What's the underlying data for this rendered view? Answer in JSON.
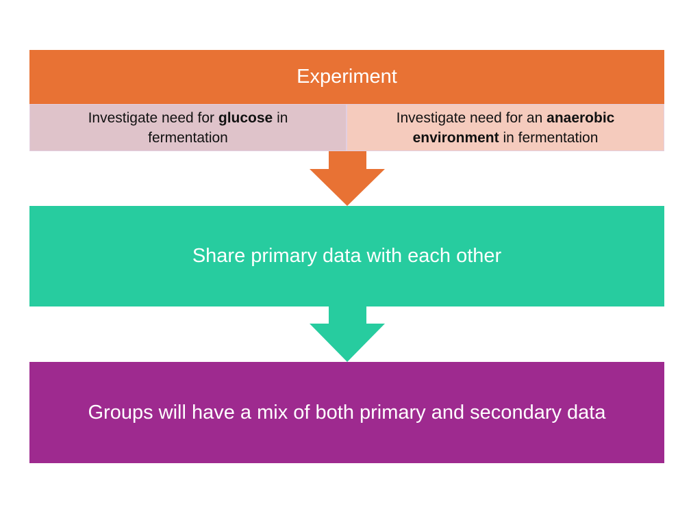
{
  "experiment": {
    "title": "Experiment"
  },
  "branches": [
    {
      "pre": "Investigate need for ",
      "bold": "glucose",
      "post": " in fermentation"
    },
    {
      "pre": "Investigate need for an ",
      "bold": "anaerobic environment",
      "post": " in fermentation"
    }
  ],
  "step2": {
    "text": "Share primary data with each other"
  },
  "step3": {
    "text": "Groups will have a mix of both primary and secondary data"
  },
  "colors": {
    "orange": "#e87234",
    "green": "#27cc9f",
    "purple": "#9e2a8f",
    "pink": "#dfc3ca",
    "peach": "#f5cbbd"
  }
}
